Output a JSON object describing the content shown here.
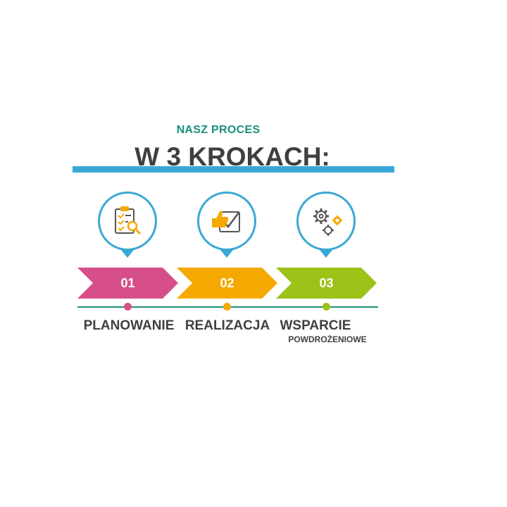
{
  "header": {
    "subtitle": "NASZ PROCES",
    "title": "W 3 KROKACH:"
  },
  "colors": {
    "subtitle": "#17907a",
    "title_bar": "#3aa8d6",
    "bubble_border": "#3aa8d6",
    "timeline": "#1f8f78"
  },
  "steps": [
    {
      "number": "01",
      "label": "PLANOWANIE",
      "sublabel": "",
      "color": "#d64f8a",
      "icon": "clipboard-search-icon"
    },
    {
      "number": "02",
      "label": "REALIZACJA",
      "sublabel": "",
      "color": "#f5a800",
      "icon": "thumbs-up-check-icon"
    },
    {
      "number": "03",
      "label": "WSPARCIE",
      "sublabel": "POWDROŻENIOWE",
      "color": "#9dc218",
      "icon": "gears-icon"
    }
  ]
}
